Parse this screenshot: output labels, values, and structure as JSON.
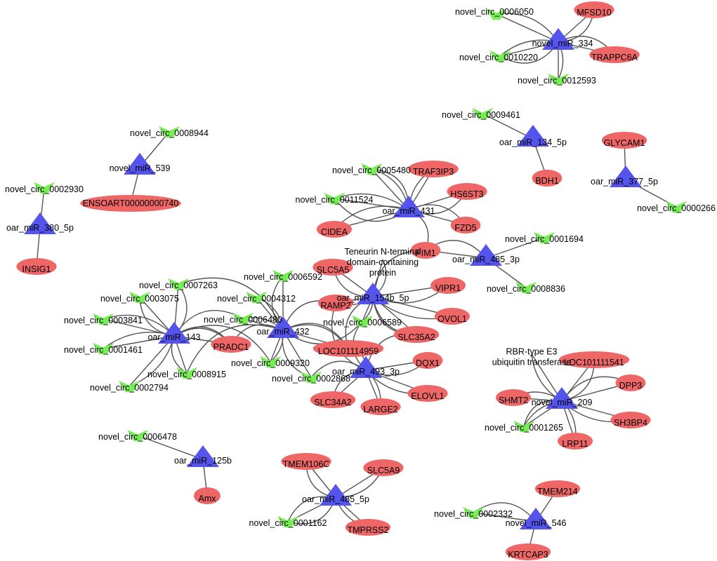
{
  "colors": {
    "mirna": "#5555ee",
    "mrna": "#ee6666",
    "circrna": "#77ee55",
    "edge": "#555555"
  },
  "modules": [
    {
      "mirna": "novel_miR_334",
      "circrnas": [
        "novel_circ_0006050",
        "novel_circ_0010220",
        "novel_circ_0012593"
      ],
      "mrnas": [
        "MFSD10",
        "TRAPPC6A"
      ]
    },
    {
      "mirna": "oar_miR_134_5p",
      "circrnas": [
        "novel_circ_0009461"
      ],
      "mrnas": [
        "BDH1"
      ]
    },
    {
      "mirna": "oar_miR_377_5p",
      "circrnas": [
        "novel_circ_0000266"
      ],
      "mrnas": [
        "GLYCAM1"
      ]
    },
    {
      "mirna": "novel_miR_539",
      "circrnas": [
        "novel_circ_0008944"
      ],
      "mrnas": [
        "ENSOART00000000740"
      ]
    },
    {
      "mirna": "oar_miR_380_5p",
      "circrnas": [
        "novel_circ_0002930"
      ],
      "mrnas": [
        "INSIG1"
      ]
    },
    {
      "mirna": "oar_miR_431",
      "circrnas": [
        "novel_circ_0005480",
        "novel_circ_0011524"
      ],
      "mrnas": [
        "TRAF3IP3",
        "HS6ST3",
        "FZD5",
        "CIDEA"
      ]
    },
    {
      "mirna": "oar_miR_485_3p",
      "circrnas": [
        "novel_circ_0001694",
        "novel_circ_0008836"
      ],
      "mrnas": [
        "PIM1"
      ]
    },
    {
      "mirna": "oar_miR_154b_5p",
      "circrnas": [
        "novel_circ_0006589"
      ],
      "mrnas": [
        "Teneurin N-terminal domain-containing protein",
        "SLC5A5",
        "VIPR1",
        "OVOL1",
        "RAMP2",
        "SLC35A2"
      ]
    },
    {
      "mirna": "oar_miR_143",
      "circrnas": [
        "novel_circ_0007263",
        "novel_circ_0003075",
        "novel_circ_0003841",
        "novel_circ_0001461",
        "novel_circ_0002794",
        "novel_circ_0008915"
      ],
      "mrnas": [
        "PRADC1"
      ]
    },
    {
      "mirna": "oar_miR_432",
      "circrnas": [
        "novel_circ_0006592",
        "novel_circ_0004312",
        "novel_circ_0006480",
        "novel_circ_0009320",
        "novel_circ_0002868"
      ],
      "mrnas": [
        "LOC101114959"
      ]
    },
    {
      "mirna": "oar_miR_493_3p",
      "circrnas": [],
      "mrnas": [
        "DQX1",
        "ELOVL1",
        "LARGE2",
        "SLC34A2"
      ]
    },
    {
      "mirna": "novel_miR_209",
      "circrnas": [
        "novel_circ_0001265"
      ],
      "mrnas": [
        "RBR-type E3 ubiquitin transferase",
        "LOC101111541",
        "DPP3",
        "SHMT2",
        "SH3BP4",
        "LRP11"
      ]
    },
    {
      "mirna": "oar_miR_125b",
      "circrnas": [
        "novel_circ_0006478"
      ],
      "mrnas": [
        "Amx"
      ]
    },
    {
      "mirna": "oar_miR_485_5p",
      "circrnas": [
        "novel_circ_0001162"
      ],
      "mrnas": [
        "TMEM106C",
        "SLC5A9",
        "TMPRSS2"
      ]
    },
    {
      "mirna": "novel_miR_546",
      "circrnas": [
        "novel_circ_0002332"
      ],
      "mrnas": [
        "TMEM214",
        "KRTCAP3"
      ]
    }
  ]
}
